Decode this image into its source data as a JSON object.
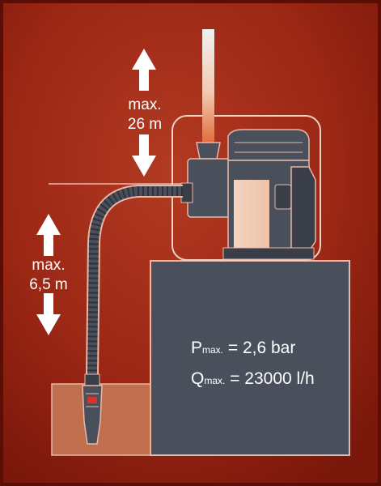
{
  "labels": {
    "delivery_height": {
      "line1": "max.",
      "line2": "26 m"
    },
    "suction_height": {
      "line1": "max.",
      "line2": "6,5 m"
    }
  },
  "specs": [
    {
      "symbol": "P",
      "subscript": "max.",
      "value": " = 2,6 bar"
    },
    {
      "symbol": "Q",
      "subscript": "max.",
      "value": " = 23000 l/h"
    }
  ],
  "colors": {
    "background": "#8c1d10",
    "pump_body": "#4a4f5c",
    "pump_dark": "#3a3e48",
    "tank_water": "#c0704f",
    "arrow": "#ffffff",
    "outline": "#e8b8a8"
  },
  "icons": [
    "up-arrow-icon",
    "down-arrow-icon"
  ]
}
